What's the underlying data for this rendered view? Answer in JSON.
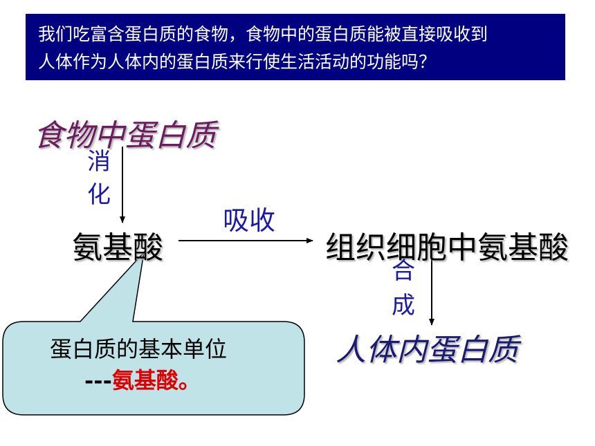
{
  "header": {
    "line1": "我们吃富含蛋白质的食物，食物中的蛋白质能被直接吸收到",
    "line2": "人体作为人体内的蛋白质来行使生活活动的功能吗？"
  },
  "diagram": {
    "food_protein": "食物中蛋白质",
    "digest": [
      "消",
      "化"
    ],
    "amino_acid": "氨基酸",
    "absorb": "吸收",
    "tissue_amino_acid": "组织细胞中氨基酸",
    "synthesize": [
      "合",
      "成"
    ],
    "body_protein": "人体内蛋白质"
  },
  "callout": {
    "line1": "蛋白质的基本单位",
    "dash": "---",
    "highlight": "氨基酸",
    "end_mark": "。"
  },
  "colors": {
    "header_bg": "#000080",
    "callout_fill": "#bfe3e6",
    "accent_red": "#e00000",
    "label_blue": "#1a1aa6"
  }
}
